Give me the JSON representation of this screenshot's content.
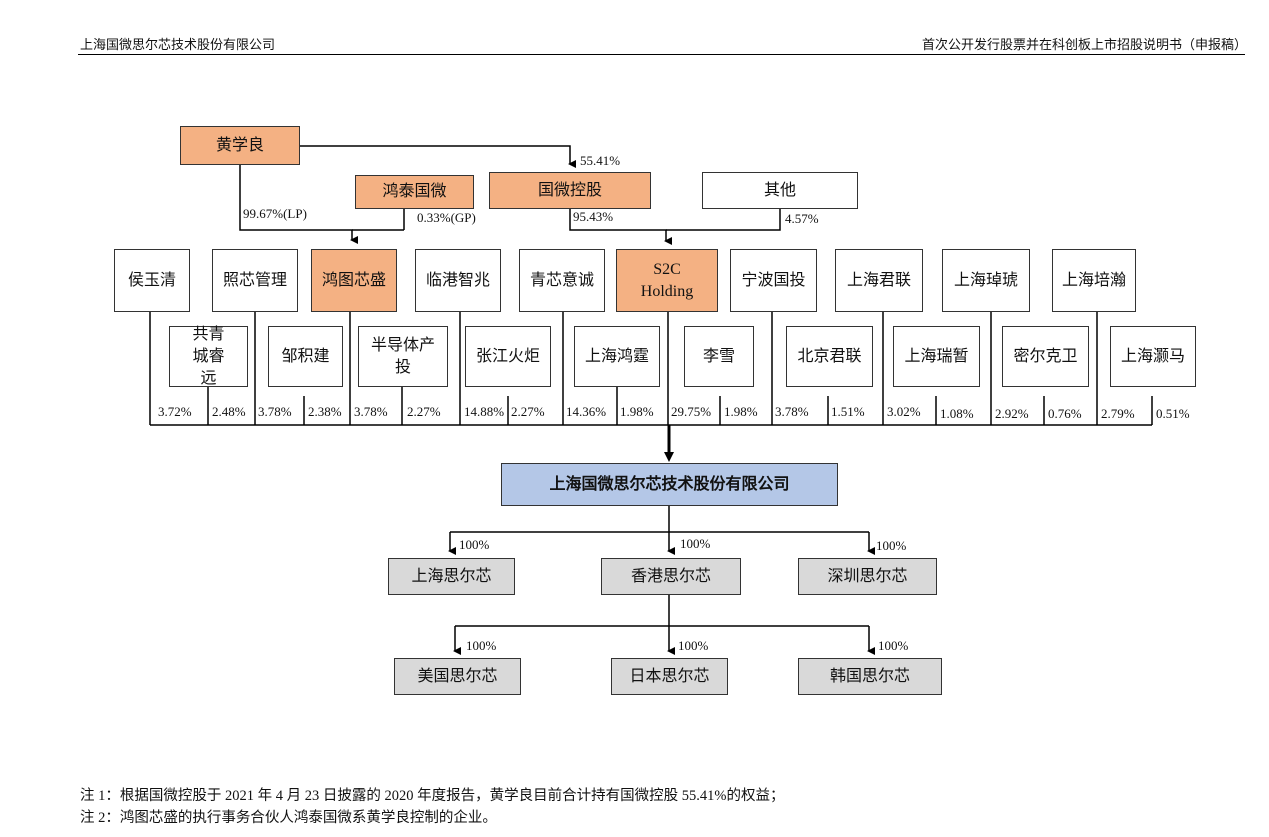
{
  "header": {
    "left": "上海国微思尔芯技术股份有限公司",
    "right": "首次公开发行股票并在科创板上市招股说明书（申报稿）"
  },
  "top": {
    "huang": "黄学良",
    "hongtai": "鸿泰国微",
    "guowei": "国微控股",
    "others": "其他",
    "p_guowei": "55.41%",
    "p_lp": "99.67%(LP)",
    "p_gp": "0.33%(GP)",
    "p_s2c": "95.43%",
    "p_others": "4.57%"
  },
  "shareholders_row1": [
    "侯玉清",
    "照芯管理",
    "鸿图芯盛",
    "临港智兆",
    "青芯意诚",
    "S2C Holding",
    "宁波国投",
    "上海君联",
    "上海琸琥",
    "上海培瀚"
  ],
  "shareholders_row2": [
    "共青城睿远",
    "邹积建",
    "半导体产投",
    "张江火炬",
    "上海鸿霆",
    "李雪",
    "北京君联",
    "上海瑞暂",
    "密尔克卫",
    "上海灏马"
  ],
  "percentages": [
    "3.72%",
    "2.48%",
    "3.78%",
    "2.38%",
    "3.78%",
    "2.27%",
    "14.88%",
    "2.27%",
    "14.36%",
    "1.98%",
    "29.75%",
    "1.98%",
    "3.78%",
    "1.51%",
    "3.02%",
    "1.08%",
    "2.92%",
    "0.76%",
    "2.79%",
    "0.51%"
  ],
  "company": "上海国微思尔芯技术股份有限公司",
  "subsidiaries": {
    "shanghai": "上海思尔芯",
    "hongkong": "香港思尔芯",
    "shenzhen": "深圳思尔芯",
    "usa": "美国思尔芯",
    "japan": "日本思尔芯",
    "korea": "韩国思尔芯",
    "pct": "100%"
  },
  "notes": [
    "注 1：根据国微控股于 2021 年 4 月 23 日披露的 2020 年度报告，黄学良目前合计持有国微控股 55.41%的权益；",
    "注 2：鸿图芯盛的执行事务合伙人鸿泰国微系黄学良控制的企业。"
  ]
}
